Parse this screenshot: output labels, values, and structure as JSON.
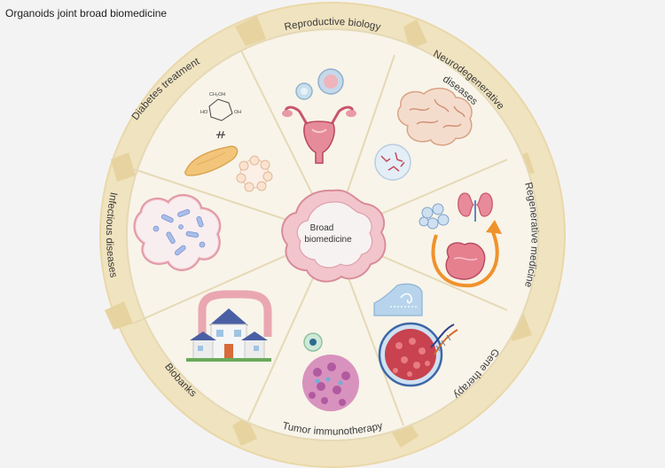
{
  "title": "Organoids joint broad biomedicine",
  "hub": {
    "line1": "Broad",
    "line2": "biomedicine"
  },
  "segments": [
    {
      "label": "Reproductive biology"
    },
    {
      "label_line1": "Neurodegenerative",
      "label_line2": "diseases"
    },
    {
      "label": "Regenerative medicine"
    },
    {
      "label": "Gene therapy"
    },
    {
      "label": "Tumor immunotherapy"
    },
    {
      "label": "Biobanks"
    },
    {
      "label": "Infectious diseases"
    },
    {
      "label": "Diabetes treatment"
    }
  ],
  "molecule_labels": {
    "ch2oh": "CH₂OH",
    "oh": "OH",
    "ho": "HO"
  },
  "colors": {
    "background": "#f4f3f4",
    "ring": "#f0e3bf",
    "ring_dark": "#e4cf98",
    "panel": "#f8f4e9",
    "divider": "#e5d9b6",
    "organoid": "#f2c5cc",
    "organoid_edge": "#d98b99",
    "orange_arrow": "#f0922c"
  }
}
